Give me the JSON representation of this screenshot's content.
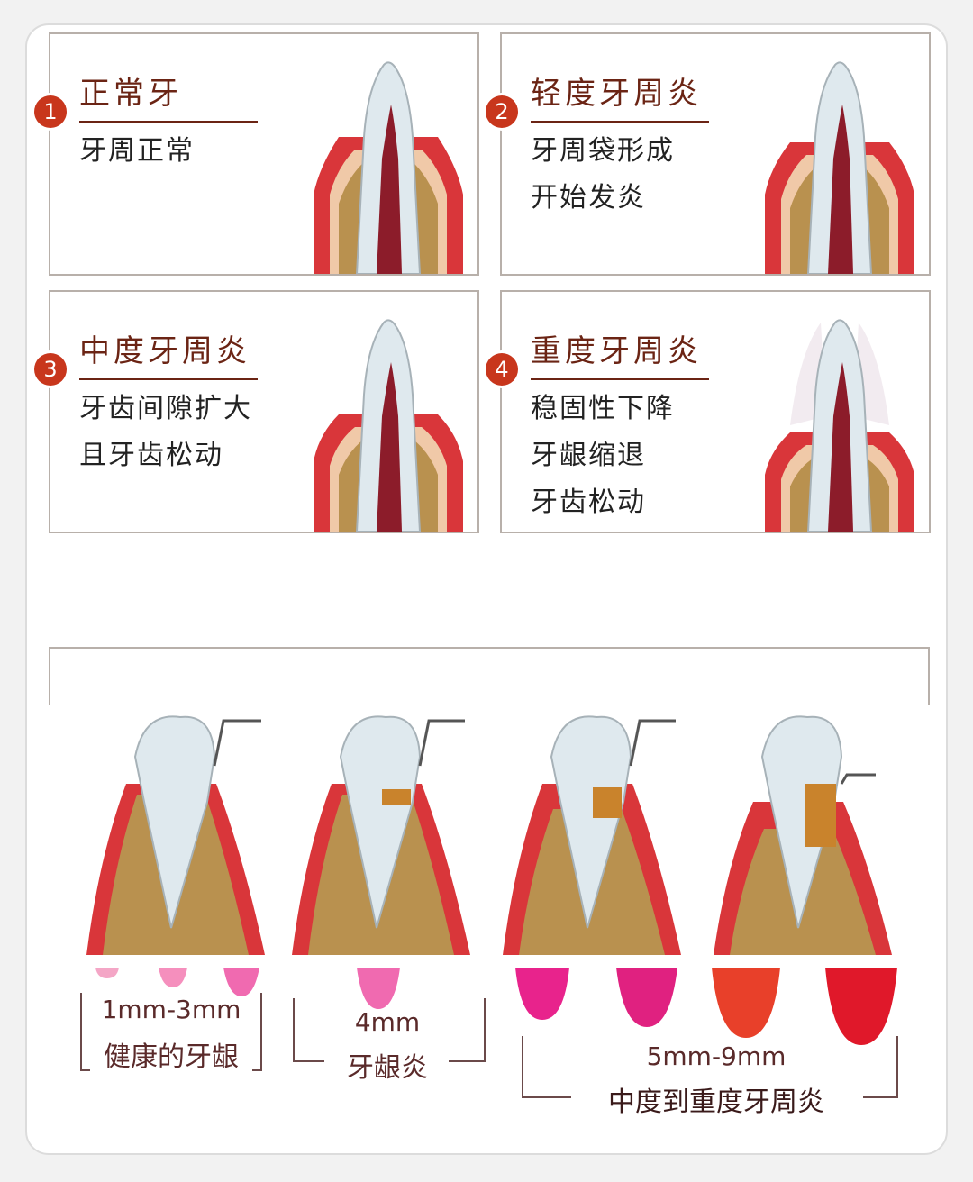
{
  "stages": [
    {
      "number": "1",
      "title": "正常牙",
      "lines": [
        "牙周正常"
      ]
    },
    {
      "number": "2",
      "title": "轻度牙周炎",
      "lines": [
        "牙周袋形成",
        "开始发炎"
      ]
    },
    {
      "number": "3",
      "title": "中度牙周炎",
      "lines": [
        "牙齿间隙扩大",
        "且牙齿松动"
      ]
    },
    {
      "number": "4",
      "title": "重度牙周炎",
      "lines": [
        "稳固性下降",
        "牙龈缩退",
        "牙齿松动"
      ]
    }
  ],
  "gum_groups": [
    {
      "depth": "1mm-3mm",
      "label": "健康的牙龈"
    },
    {
      "depth": "4mm",
      "label": "牙龈炎"
    },
    {
      "depth": "5mm-9mm",
      "label": "中度到重度牙周炎"
    }
  ],
  "colors": {
    "title": "#6b2414",
    "badge": "#c8361c",
    "gum": "#d9363a",
    "bone": "#c9a36a",
    "enamel": "#dfe9ee"
  }
}
